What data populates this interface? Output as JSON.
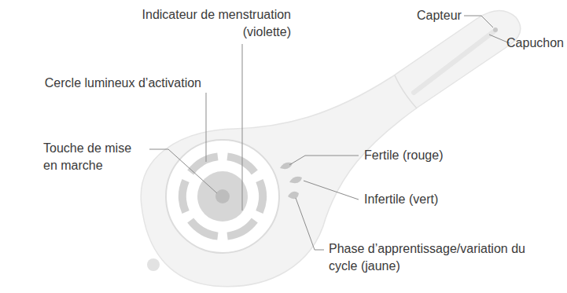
{
  "diagram": {
    "labels": [
      "Indicateur de menstruation (violette)",
      "Capteur",
      "Capuchon",
      "Cercle lumineux d’activation",
      "Touche de mise en marche",
      "Fertile (rouge)",
      "Infertile (vert)",
      "Phase d’apprentissage/variation du cycle (jaune)"
    ]
  }
}
